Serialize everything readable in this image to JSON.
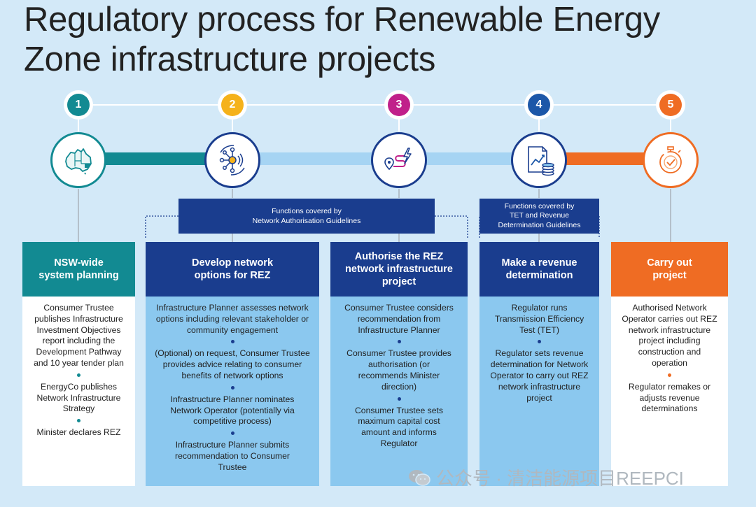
{
  "title": "Regulatory process for Renewable Energy Zone infrastructure projects",
  "colors": {
    "teal": "#128a92",
    "navy": "#1a3d8e",
    "yellow": "#f5b21b",
    "magenta": "#c0208a",
    "blue": "#1c57a8",
    "orange": "#ef6c23",
    "light_blue_body": "#8bc8ef",
    "bar_light": "#a6d4f3"
  },
  "steps": [
    {
      "number": "1",
      "icon": "australia-map-icon"
    },
    {
      "number": "2",
      "icon": "network-hub-icon"
    },
    {
      "number": "3",
      "icon": "route-power-icon"
    },
    {
      "number": "4",
      "icon": "revenue-report-icon"
    },
    {
      "number": "5",
      "icon": "stopwatch-check-icon"
    }
  ],
  "functions": [
    {
      "line1": "Functions covered by",
      "line2": "Network Authorisation Guidelines"
    },
    {
      "line1": "Functions covered by",
      "line2": "TET and Revenue",
      "line3": "Determination Guidelines"
    }
  ],
  "cards": [
    {
      "heading1": "NSW-wide",
      "heading2": "system planning",
      "items": [
        "Consumer Trustee publishes Infrastructure Investment Objectives report including the Development Pathway and 10 year tender plan",
        "EnergyCo publishes Network Infrastructure Strategy",
        "Minister declares REZ"
      ]
    },
    {
      "heading1": "Develop network",
      "heading2": "options for REZ",
      "items": [
        "Infrastructure Planner assesses network options including relevant stakeholder or community engagement",
        "(Optional) on request, Consumer Trustee provides advice relating to consumer benefits of network options",
        "Infrastructure Planner nominates Network Operator (potentially via competitive process)",
        "Infrastructure Planner submits recommendation to Consumer Trustee"
      ]
    },
    {
      "heading1": "Authorise the REZ",
      "heading2": "network infrastructure",
      "heading3": "project",
      "items": [
        "Consumer Trustee considers recommendation from Infrastructure Planner",
        "Consumer Trustee provides authorisation (or recommends Minister direction)",
        "Consumer Trustee sets maximum capital cost amount and informs Regulator"
      ]
    },
    {
      "heading1": "Make a revenue",
      "heading2": "determination",
      "items": [
        "Regulator runs Transmission Efficiency Test (TET)",
        "Regulator sets revenue determination for Network Operator to carry out REZ network infrastructure project"
      ]
    },
    {
      "heading1": "Carry out",
      "heading2": "project",
      "items": [
        "Authorised Network Operator carries out REZ network infrastructure project including construction and operation",
        "Regulator remakes or adjusts revenue determinations"
      ]
    }
  ],
  "watermark": {
    "text": "公众号 · 清洁能源项目REEPCI"
  }
}
